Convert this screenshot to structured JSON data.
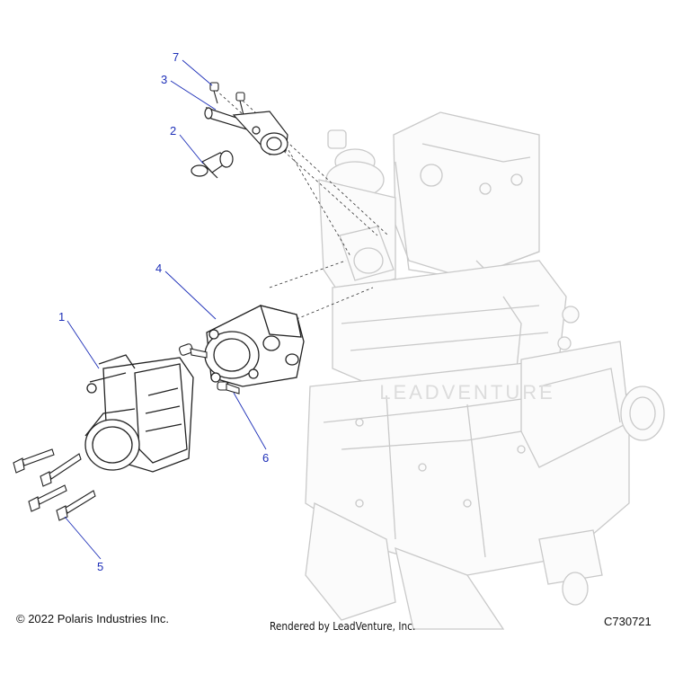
{
  "callouts": [
    {
      "id": "1",
      "label": "1"
    },
    {
      "id": "2",
      "label": "2"
    },
    {
      "id": "3",
      "label": "3"
    },
    {
      "id": "4",
      "label": "4"
    },
    {
      "id": "5",
      "label": "5"
    },
    {
      "id": "6",
      "label": "6"
    },
    {
      "id": "7",
      "label": "7"
    }
  ],
  "footer": {
    "copyright": "© 2022 Polaris Industries Inc.",
    "rendered_by": "Rendered by LeadVenture, Inc.",
    "figure_code": "C730721"
  },
  "watermark": "LEADVENTURE",
  "colors": {
    "callout": "#1d2fb8",
    "part_line": "#222222",
    "engine_ghost": "#c8c8c8"
  }
}
